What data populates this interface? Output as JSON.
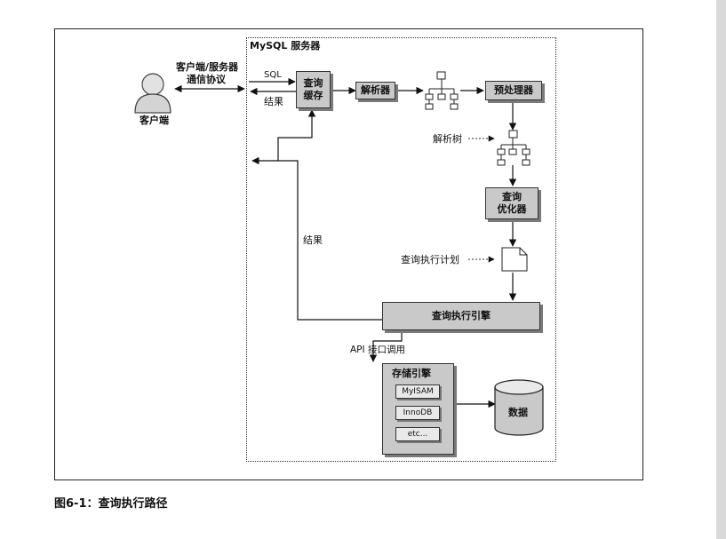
{
  "server_label": "MySQL 服务器",
  "client": {
    "label": "客户端",
    "protocol_line1": "客户端/服务器",
    "protocol_line2": "通信协议"
  },
  "flow": {
    "sql": "SQL",
    "result_top": "结果",
    "result_left": "结果",
    "parse_tree": "解析树",
    "exec_plan": "查询执行计划",
    "api_call": "API 接口调用"
  },
  "components": {
    "query_cache_line1": "查询",
    "query_cache_line2": "缓存",
    "parser": "解析器",
    "preprocessor": "预处理器",
    "optimizer_line1": "查询",
    "optimizer_line2": "优化器",
    "execution_engine": "查询执行引擎",
    "storage_engines": "存储引擎",
    "data": "数据"
  },
  "engines": [
    "MyISAM",
    "InnoDB",
    "etc..."
  ],
  "caption": "图6-1：查询执行路径"
}
